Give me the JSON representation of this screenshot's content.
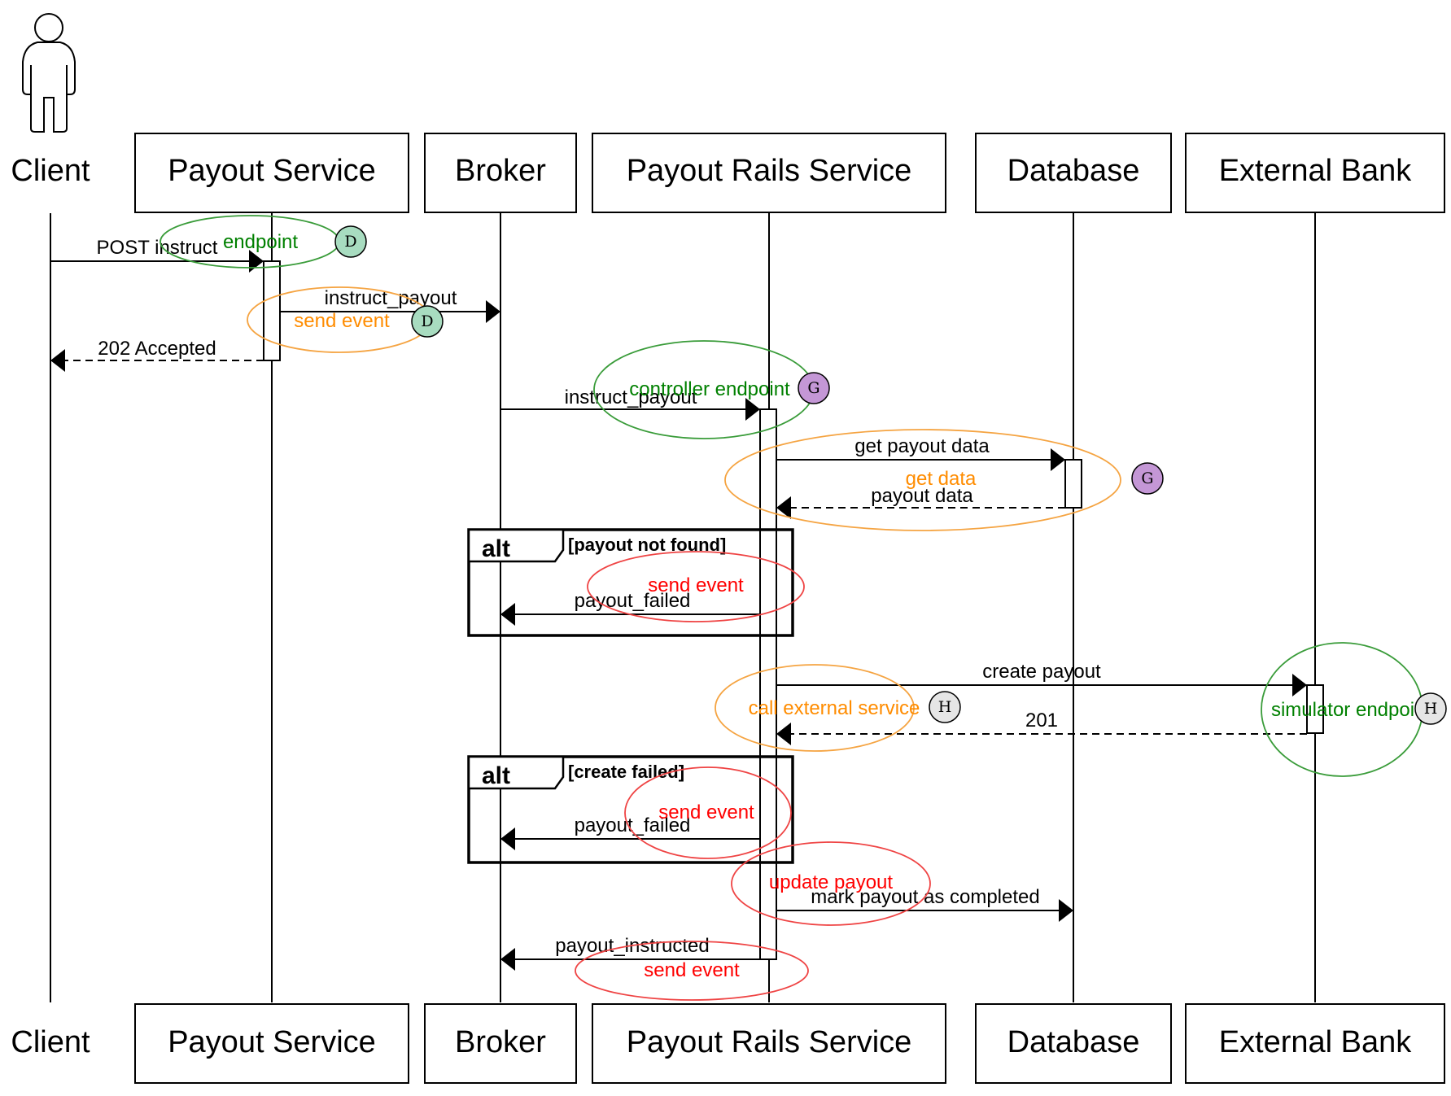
{
  "participants": [
    {
      "id": "client",
      "label": "Client",
      "kind": "actor"
    },
    {
      "id": "payout_service",
      "label": "Payout Service",
      "kind": "box"
    },
    {
      "id": "broker",
      "label": "Broker",
      "kind": "box"
    },
    {
      "id": "payout_rails",
      "label": "Payout Rails Service",
      "kind": "box"
    },
    {
      "id": "database",
      "label": "Database",
      "kind": "box"
    },
    {
      "id": "external_bank",
      "label": "External Bank",
      "kind": "box"
    }
  ],
  "messages": [
    {
      "from": "client",
      "to": "payout_service",
      "label": "POST instruct",
      "style": "solid"
    },
    {
      "from": "payout_service",
      "to": "broker",
      "label": "instruct_payout",
      "style": "solid"
    },
    {
      "from": "payout_service",
      "to": "client",
      "label": "202 Accepted",
      "style": "dashed"
    },
    {
      "from": "broker",
      "to": "payout_rails",
      "label": "instruct_payout",
      "style": "solid"
    },
    {
      "from": "payout_rails",
      "to": "database",
      "label": "get payout data",
      "style": "solid"
    },
    {
      "from": "database",
      "to": "payout_rails",
      "label": "payout data",
      "style": "dashed"
    },
    {
      "from": "payout_rails",
      "to": "broker",
      "label": "payout_failed",
      "style": "solid"
    },
    {
      "from": "payout_rails",
      "to": "external_bank",
      "label": "create payout",
      "style": "solid"
    },
    {
      "from": "external_bank",
      "to": "payout_rails",
      "label": "201",
      "style": "dashed"
    },
    {
      "from": "payout_rails",
      "to": "broker",
      "label": "payout_failed",
      "style": "solid"
    },
    {
      "from": "payout_rails",
      "to": "database",
      "label": "mark payout as completed",
      "style": "solid"
    },
    {
      "from": "payout_rails",
      "to": "broker",
      "label": "payout_instructed",
      "style": "solid"
    }
  ],
  "frames": [
    {
      "operator": "alt",
      "guard": "[payout not found]"
    },
    {
      "operator": "alt",
      "guard": "[create failed]"
    }
  ],
  "annotations": [
    {
      "text": "endpoint",
      "color": "#008000",
      "badge": "D",
      "badge_color": "#a8dcc0"
    },
    {
      "text": "send event",
      "color": "#ff8c00",
      "badge": "D",
      "badge_color": "#a8dcc0"
    },
    {
      "text": "controller endpoint",
      "color": "#008000",
      "badge": "G",
      "badge_color": "#c497d6"
    },
    {
      "text": "get data",
      "color": "#ff8c00",
      "badge": "G",
      "badge_color": "#c497d6"
    },
    {
      "text": "send event",
      "color": "#ff0000",
      "badge": "",
      "badge_color": ""
    },
    {
      "text": "call external service",
      "color": "#ff8c00",
      "badge": "H",
      "badge_color": "#e6e6e6"
    },
    {
      "text": "simulator endpoi",
      "color": "#008000",
      "badge": "H",
      "badge_color": "#e6e6e6"
    },
    {
      "text": "send event",
      "color": "#ff0000",
      "badge": "",
      "badge_color": ""
    },
    {
      "text": "update payout",
      "color": "#ff0000",
      "badge": "",
      "badge_color": ""
    },
    {
      "text": "send event",
      "color": "#ff0000",
      "badge": "",
      "badge_color": ""
    }
  ]
}
